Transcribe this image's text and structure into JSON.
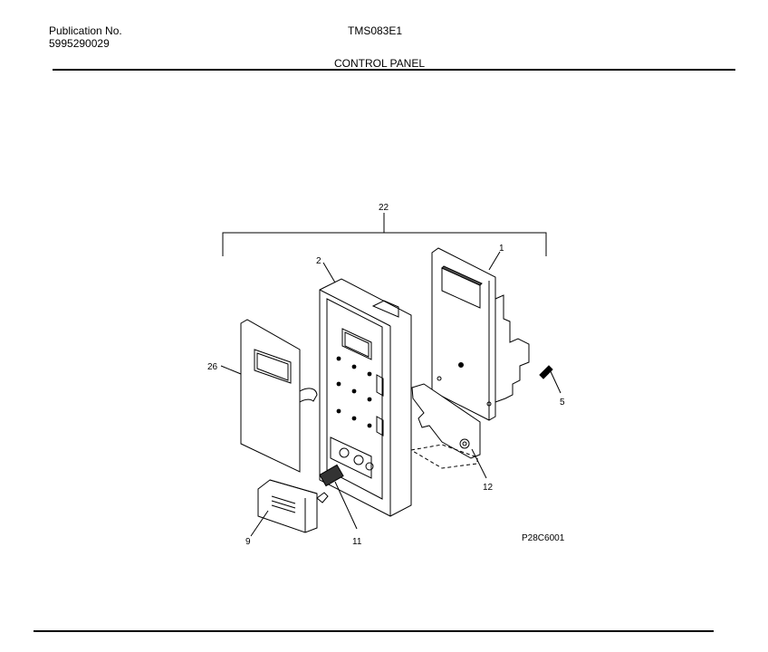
{
  "header": {
    "publication_label": "Publication No.",
    "publication_number": "5995290029",
    "model": "TMS083E1",
    "section_title": "CONTROL PANEL"
  },
  "diagram": {
    "callouts": {
      "assembly": "22",
      "frame": "2",
      "board": "1",
      "overlay": "26",
      "screw": "5",
      "latch": "12",
      "button": "9",
      "spring": "11"
    },
    "drawing_code": "P28C6001"
  }
}
